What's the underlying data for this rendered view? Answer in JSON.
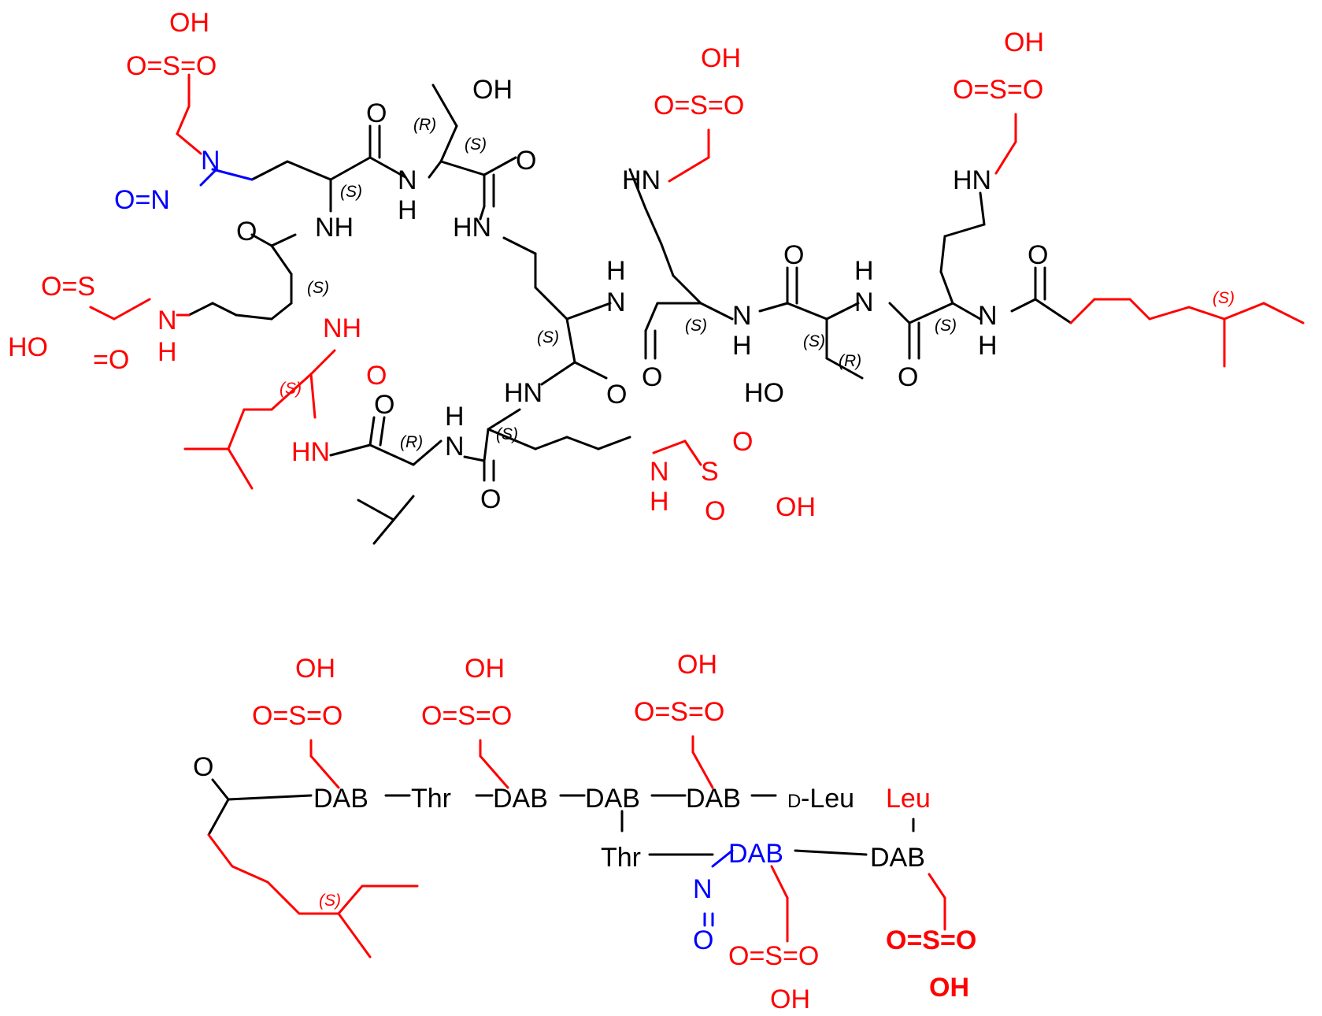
{
  "colors": {
    "backbone": "#000000",
    "modified": "#ff0000",
    "nitroso": "#0000ff"
  },
  "top_structure": {
    "atom_labels": {
      "oh": "OH",
      "o": "O",
      "s": "S",
      "n": "N",
      "nh": "NH",
      "hn": "HN",
      "h": "H",
      "ho": "HO",
      "o_eq_n": "O=N",
      "o_eq_s_eq_o": "O=S=O",
      "o_eq_s": "O=S",
      "eq_o": "=O"
    },
    "stereo_labels": {
      "s": "(S)",
      "r": "(R)"
    }
  },
  "bottom_scheme": {
    "residues": {
      "dab": "DAB",
      "thr": "Thr",
      "leu": "Leu",
      "d_prefix": "D",
      "d_leu": "-Leu"
    },
    "atom_labels": {
      "oh": "OH",
      "o": "O",
      "n": "N",
      "sulfonyl": "O=S=O"
    },
    "stereo_labels": {
      "s": "(S)"
    }
  }
}
